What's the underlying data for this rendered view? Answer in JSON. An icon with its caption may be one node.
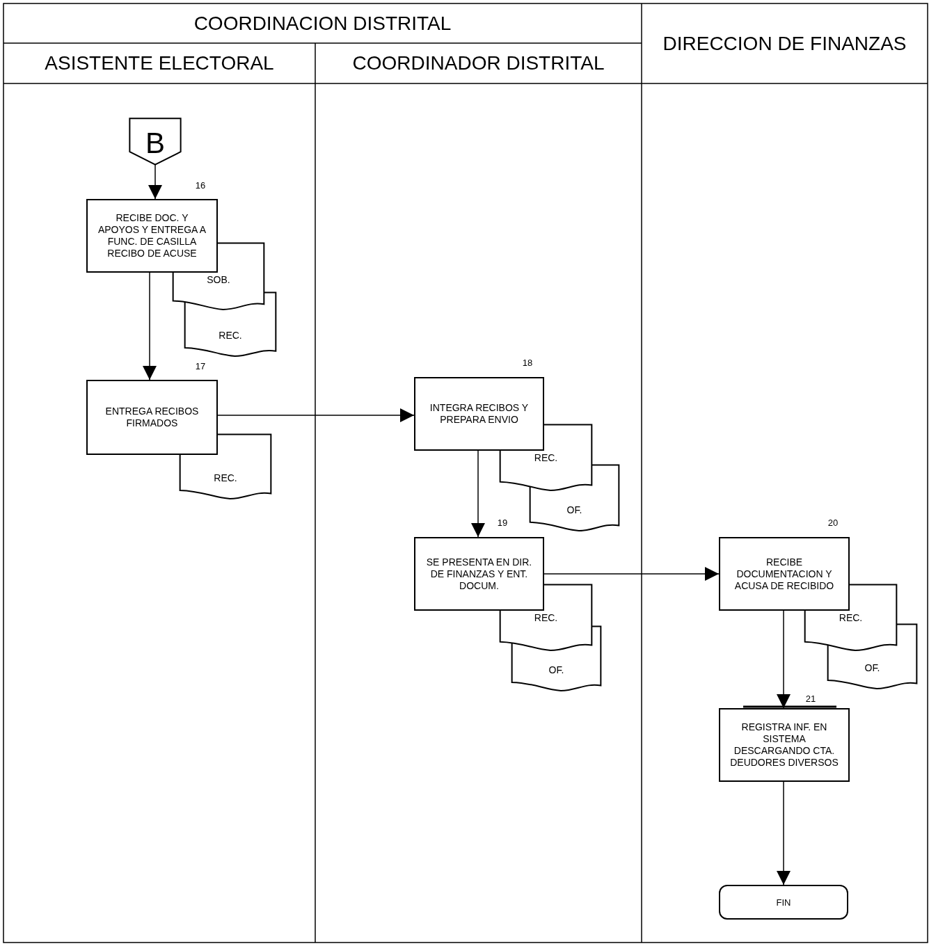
{
  "diagram": {
    "nodes": [
      {
        "text": [
          "COORDINACION DISTRITAL"
        ]
      },
      {
        "text": [
          "ASISTENTE ELECTORAL"
        ]
      },
      {
        "text": [
          "COORDINADOR DISTRITAL"
        ]
      },
      {
        "text": [
          "DIRECCION DE FINANZAS"
        ]
      },
      {
        "text": [
          "B"
        ]
      },
      {
        "text": [
          "RECIBE DOC. Y APOYOS Y ENTREGA A FUNC. DE CASILLA RECIBO DE ACUSE"
        ],
        "beside": [
          "16"
        ]
      },
      {
        "text": [
          "SOB."
        ]
      },
      {
        "text": [
          "REC."
        ]
      },
      {
        "text": [
          "ENTREGA RECIBOS FIRMADOS"
        ],
        "beside": [
          "17"
        ]
      },
      {
        "text": [
          "REC."
        ]
      },
      {
        "text": [
          "INTEGRA RECIBOS Y PREPARA ENVIO"
        ],
        "beside": [
          "18"
        ]
      },
      {
        "text": [
          "REC."
        ]
      },
      {
        "text": [
          "OF."
        ]
      },
      {
        "text": [
          "SE PRESENTA EN DIR. DE FINANZAS Y ENT. DOCUM."
        ],
        "beside": [
          "19"
        ]
      },
      {
        "text": [
          "REC."
        ]
      },
      {
        "text": [
          "OF."
        ]
      },
      {
        "text": [
          "RECIBE DOCUMENTACION Y ACUSA DE RECIBIDO"
        ],
        "beside": [
          "20"
        ]
      },
      {
        "text": [
          "REC."
        ]
      },
      {
        "text": [
          "OF."
        ]
      },
      {
        "text": [
          "REGISTRA INF. EN SISTEMA DESCARGANDO CTA. DEUDORES DIVERSOS"
        ],
        "beside": [
          "21"
        ]
      },
      {
        "text": [
          "FIN"
        ]
      }
    ],
    "edges": [
      {
        "from": 4,
        "to": 5,
        "arrow": "to"
      },
      {
        "from": 5,
        "to": 8,
        "arrow": "to"
      },
      {
        "from": 8,
        "to": 10,
        "arrow": "to"
      },
      {
        "from": 10,
        "to": 13,
        "arrow": "to"
      },
      {
        "from": 13,
        "to": 16,
        "arrow": "to"
      },
      {
        "from": 16,
        "to": 19,
        "arrow": "to"
      },
      {
        "from": 19,
        "to": 20,
        "arrow": "to"
      }
    ]
  }
}
